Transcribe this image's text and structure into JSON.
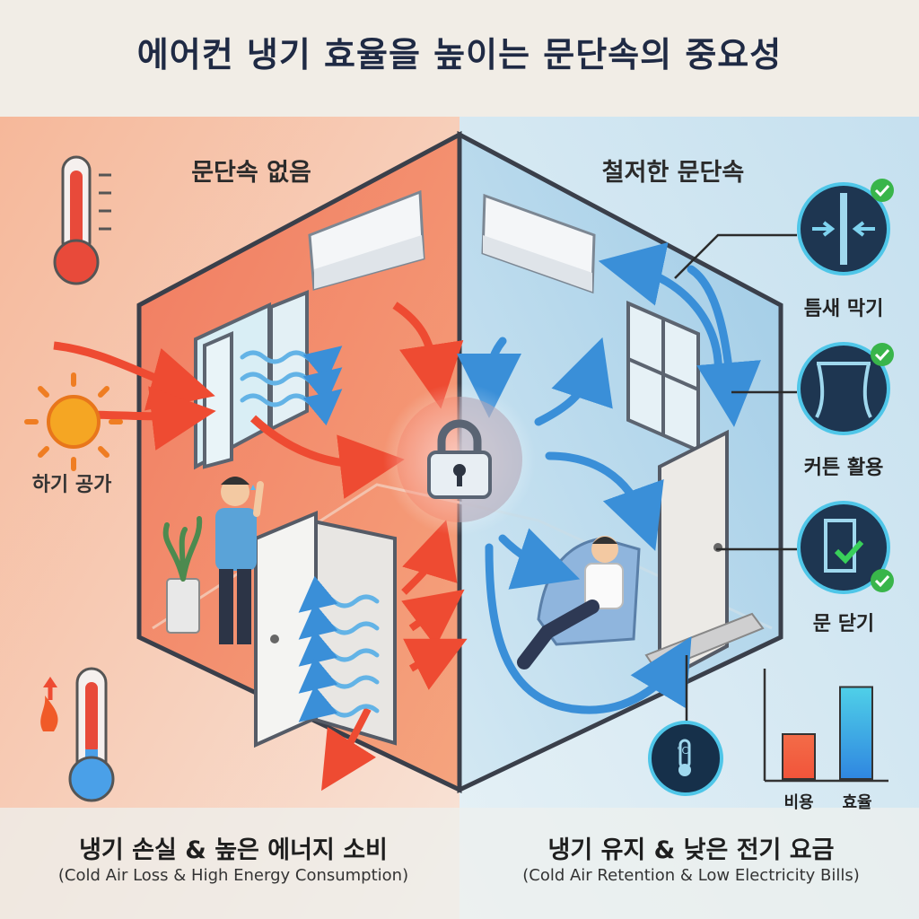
{
  "title": "에어컨 냉기 효율을 높이는 문단속의 중요성",
  "left_panel": {
    "heading": "문단속 없음",
    "side_label": "하기 공가",
    "caption_ko": "냉기 손실 & 높은 에너지 소비",
    "caption_en": "(Cold Air Loss & High Energy Consumption)"
  },
  "right_panel": {
    "heading": "철저한 문단속",
    "features": [
      {
        "label": "틈새 막기",
        "icon": "seal-gap-icon"
      },
      {
        "label": "커튼 활용",
        "icon": "curtain-icon"
      },
      {
        "label": "문 닫기",
        "icon": "door-closed-icon"
      }
    ],
    "caption_ko": "냉기 유지 & 낮은 전기 요금",
    "caption_en": "(Cold Air Retention & Low Electricity Bills)",
    "thermostat_unit": "°C"
  },
  "chart_data": {
    "type": "bar",
    "categories": [
      "비용",
      "효율"
    ],
    "values": [
      0.4,
      0.82
    ],
    "colors": [
      "#f2543a",
      "#2f86e0"
    ]
  },
  "colors": {
    "warm_wall": "#f0735a",
    "cool_wall": "#a9cfe6",
    "title_text": "#1f2a44",
    "check_green": "#39b54a"
  }
}
